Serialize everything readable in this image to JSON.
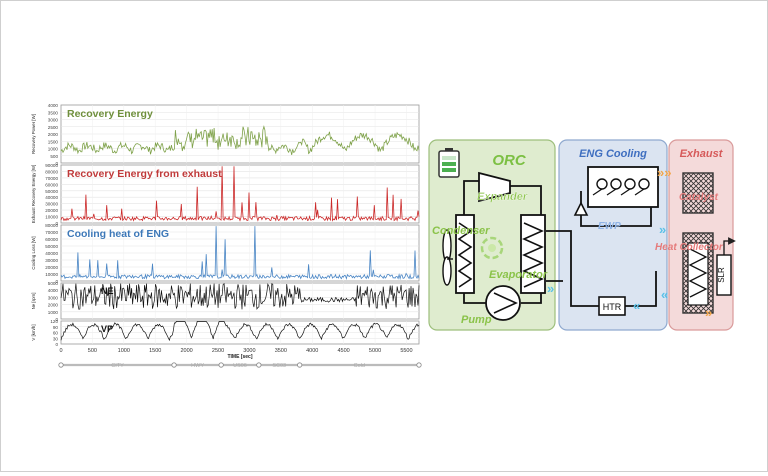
{
  "chart": {
    "panels": [
      {
        "key": "recovery",
        "title": "Recovery Energy",
        "ylabel": "Recovery Power [W]",
        "ticks": [
          "4000",
          "3500",
          "3000",
          "2500",
          "2000",
          "1500",
          "1000",
          "500",
          "0"
        ],
        "color": "#7fa24a",
        "title_color": "#6f8f3c"
      },
      {
        "key": "exhaust",
        "title": "Recovery Energy from exhaust",
        "ylabel": "Exhaust Recovery Energy [W]",
        "ticks": [
          "90000",
          "80000",
          "70000",
          "60000",
          "50000",
          "40000",
          "30000",
          "20000",
          "10000",
          "0"
        ],
        "color": "#cc2a2a",
        "title_color": "#c03a3a"
      },
      {
        "key": "cooling",
        "title": "Cooling heat of ENG",
        "ylabel": "Cooling Loss [W]",
        "ticks": [
          "80000",
          "70000",
          "60000",
          "50000",
          "40000",
          "30000",
          "20000",
          "10000",
          "0"
        ],
        "color": "#4a86c5",
        "title_color": "#3d78b8"
      },
      {
        "key": "ne",
        "title": "NE",
        "ylabel": "Ne [rpm]",
        "ticks": [
          "5000",
          "4000",
          "3000",
          "2000",
          "1000",
          "0"
        ],
        "color": "#111111",
        "title_color": "#111111"
      },
      {
        "key": "vp",
        "title": "VP",
        "ylabel": "V [km/h]",
        "ticks": [
          "120",
          "90",
          "60",
          "30",
          "0"
        ],
        "color": "#111111",
        "title_color": "#111111"
      }
    ],
    "xticks": [
      "0",
      "500",
      "1000",
      "1500",
      "2000",
      "2500",
      "3000",
      "3500",
      "4000",
      "4500",
      "5000",
      "5500"
    ],
    "xlabel": "TIME [sec]",
    "xmax": 5700,
    "phases": [
      {
        "label": "CITY",
        "from": 0,
        "to": 1800
      },
      {
        "label": "HWY",
        "from": 1800,
        "to": 2550
      },
      {
        "label": "US06",
        "from": 2550,
        "to": 3150
      },
      {
        "label": "SC03",
        "from": 3150,
        "to": 3800
      },
      {
        "label": "Cold",
        "from": 3800,
        "to": 5700
      }
    ]
  },
  "diagram": {
    "orc": {
      "title": "ORC",
      "expander": "Expander",
      "condenser": "Condenser",
      "evaporator": "Evaporator",
      "pump": "Pump"
    },
    "eng": {
      "title": "ENG Cooling",
      "ewp": "EWP",
      "htr": "HTR"
    },
    "exhaust": {
      "title": "Exhaust",
      "catalyst": "Catalyst",
      "heat_collector": "Heat Collector",
      "slr": "SLR"
    }
  }
}
